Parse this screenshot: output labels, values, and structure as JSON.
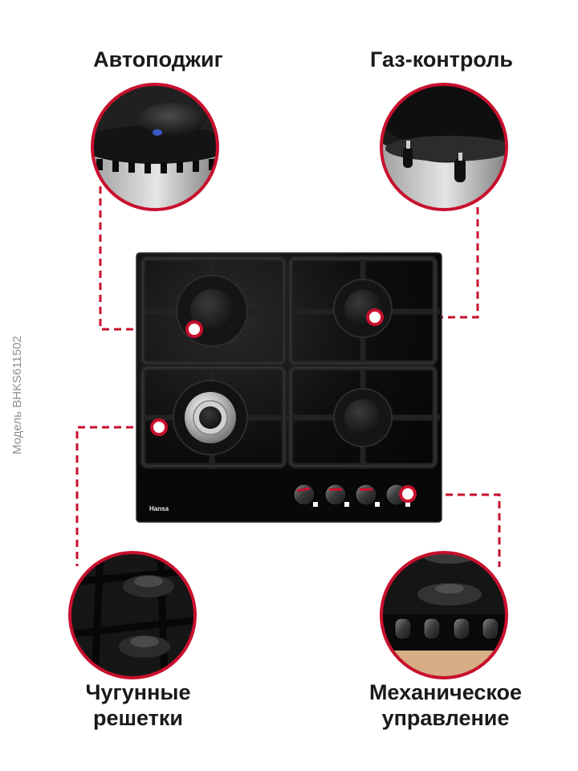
{
  "features": {
    "autoignition": "Автоподжиг",
    "gas_control": "Газ-контроль",
    "cast_iron_line1": "Чугунные",
    "cast_iron_line2": "решетки",
    "mechanical_line1": "Механическое",
    "mechanical_line2": "управление"
  },
  "model_label": "Модель BHKS611502",
  "brand": "Hansa",
  "colors": {
    "accent": "#c8102e",
    "hob_glass": "#0c0c0c",
    "text": "#1a1a1a",
    "muted": "#8f8f8f"
  }
}
